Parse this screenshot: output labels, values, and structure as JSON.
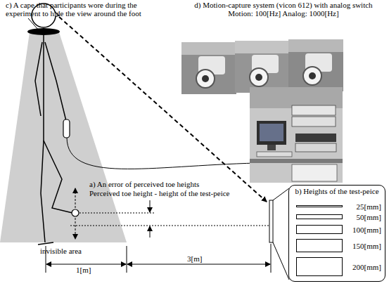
{
  "diagram": {
    "nodes": [
      {
        "text": [
          "b) Heights of the test-peice"
        ]
      },
      {
        "text": [
          "25[mm]"
        ],
        "in": 0
      },
      {
        "text": [
          "50[mm]"
        ],
        "in": 0
      },
      {
        "text": [
          "100[mm]"
        ],
        "in": 0
      },
      {
        "text": [
          "150[mm]"
        ],
        "in": 0
      },
      {
        "text": [
          "200[mm]"
        ],
        "in": 0
      }
    ],
    "labels": [
      "c) A cape that participants wore during the experiment to hide the view around the foot",
      "d) Motion-capture system (vicon 612) with analog switch",
      "Motion: 100[Hz] Analog: 1000[Hz]",
      "a) An error of perceived toe heights",
      "Perceived toe height - height of the test-peice",
      "invisible area",
      "1[m]",
      "3[m]"
    ]
  }
}
